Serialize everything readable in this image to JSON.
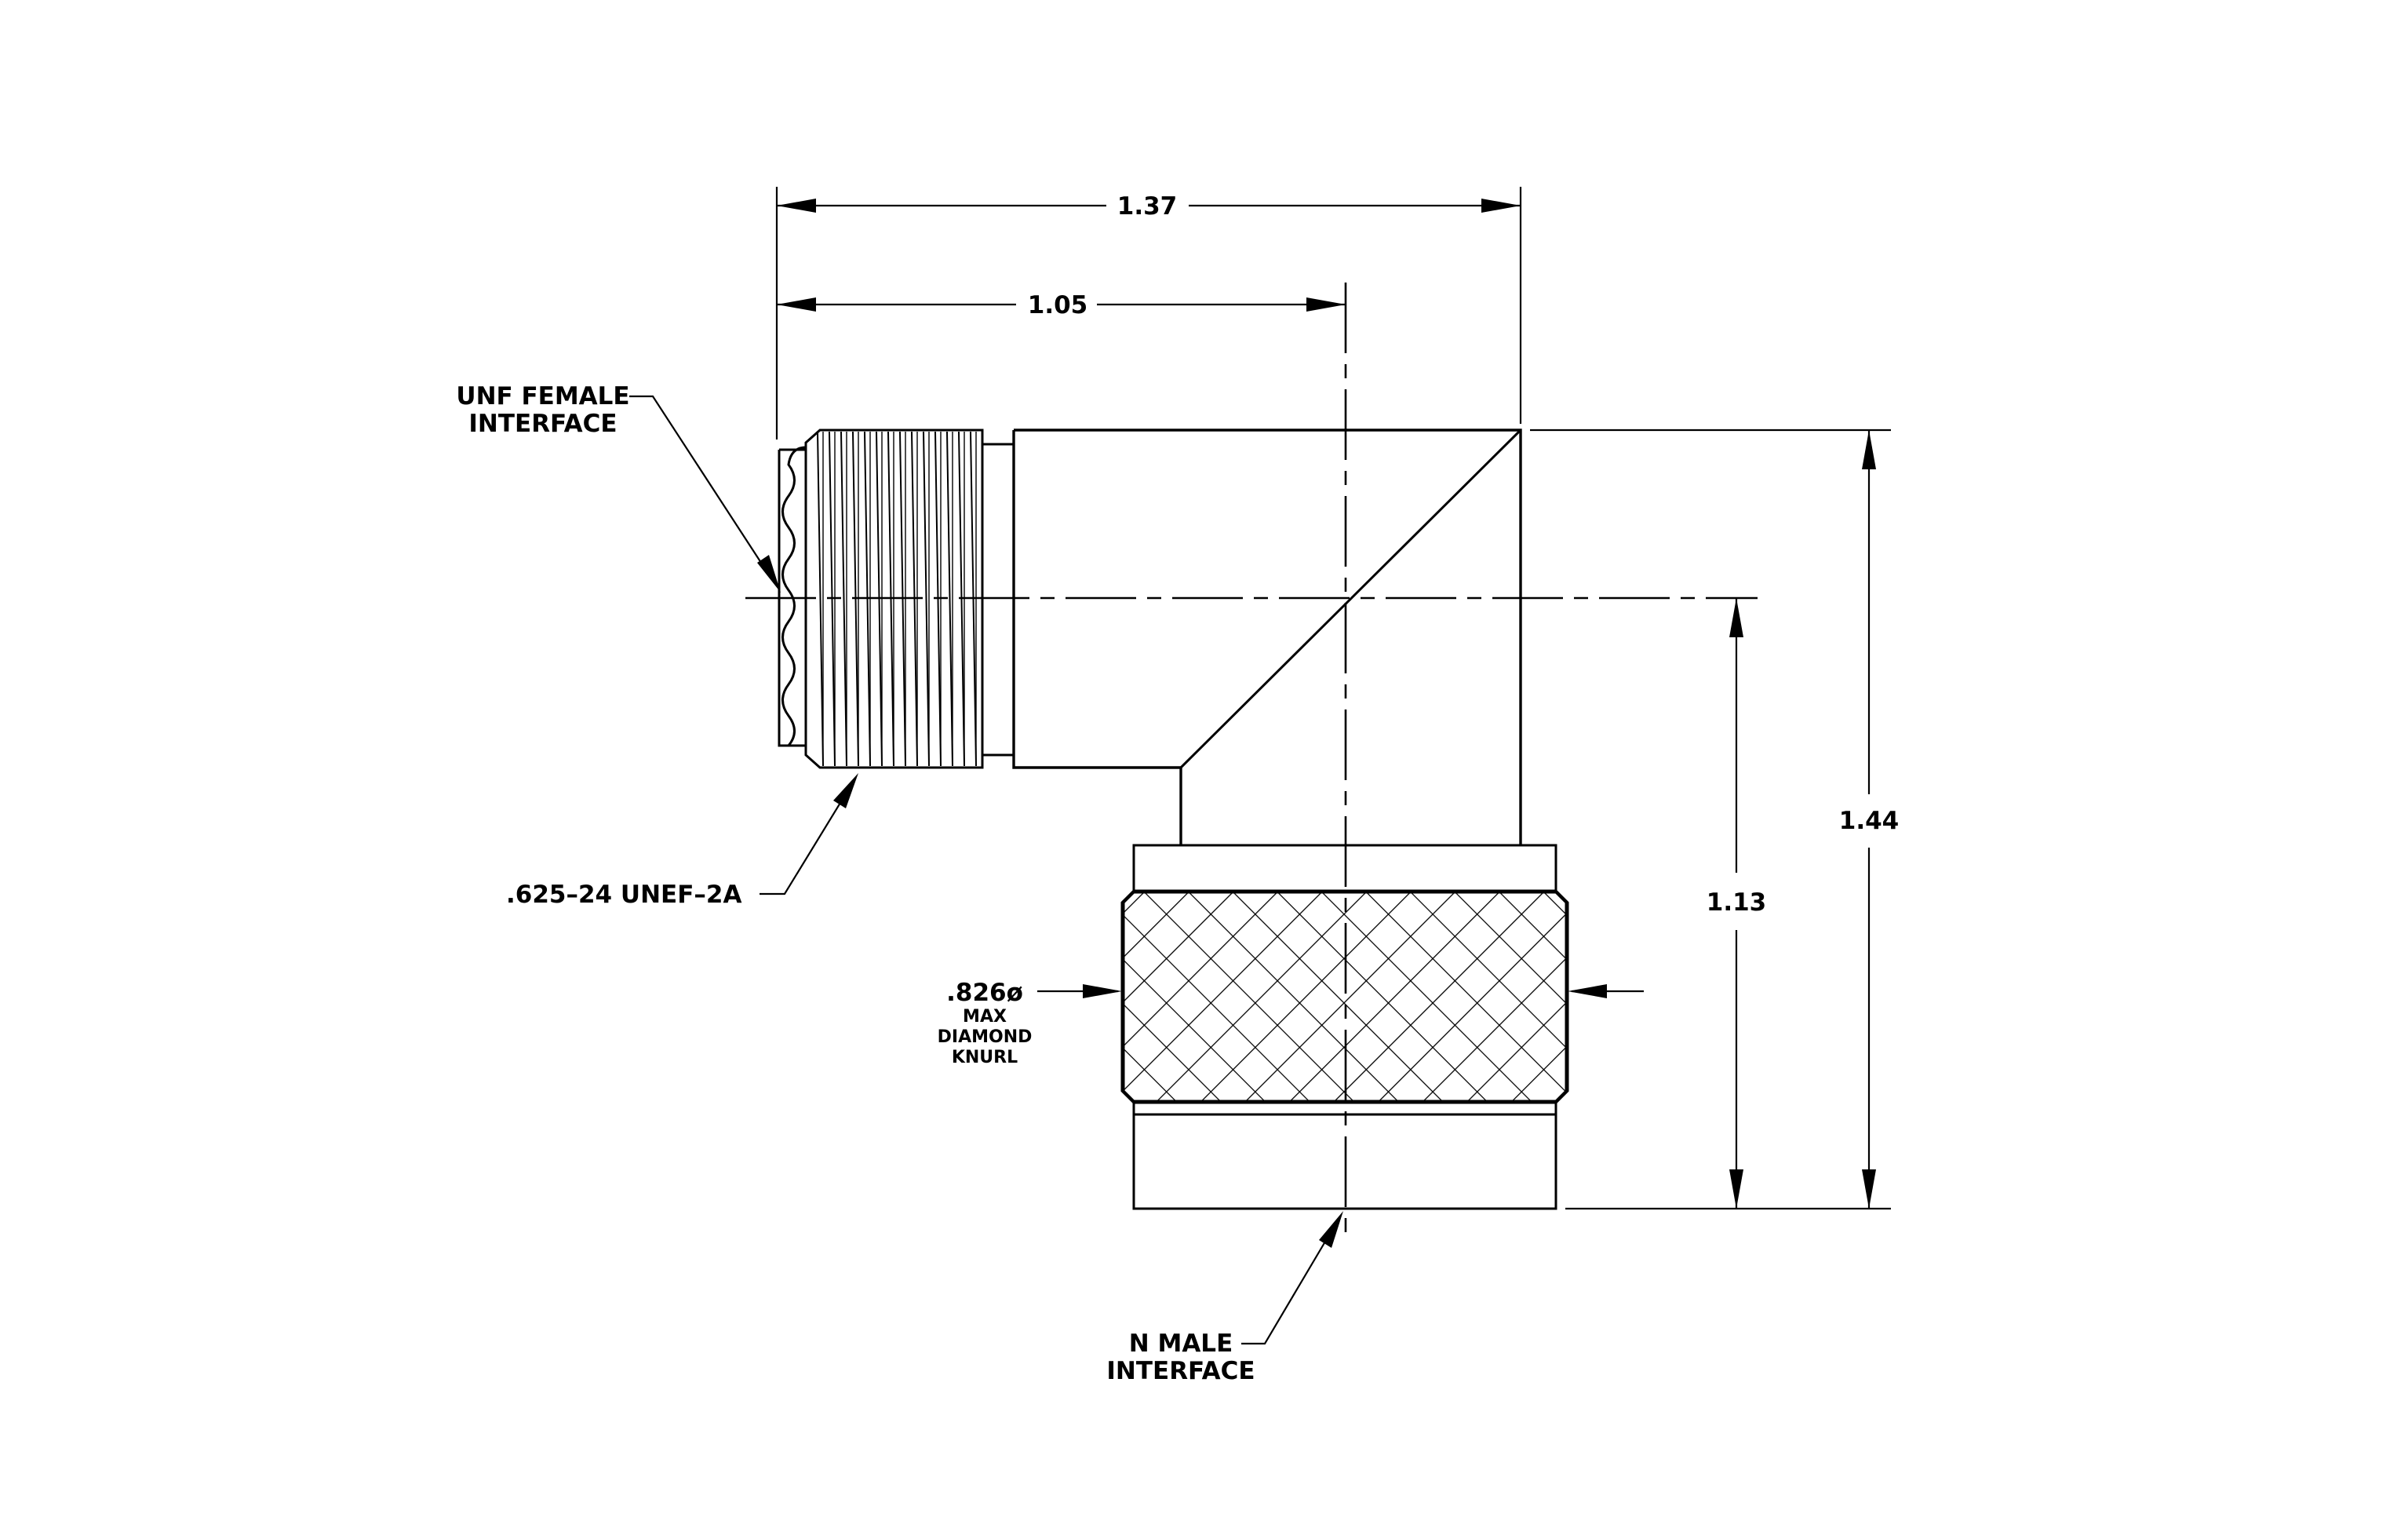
{
  "dimensions": {
    "overall_width": "1.37",
    "centerline_width": "1.05",
    "overall_height": "1.44",
    "centerline_height": "1.13"
  },
  "callouts": {
    "unf_female_interface": {
      "line1": "UNF  FEMALE",
      "line2": "INTERFACE"
    },
    "thread_spec": ".625–24  UNEF–2A",
    "knurl": {
      "line1": ".826ø",
      "line2": "MAX",
      "line3": "DIAMOND",
      "line4": "KNURL"
    },
    "n_male_interface": {
      "line1": "N  MALE",
      "line2": "INTERFACE"
    }
  },
  "colors": {
    "ink": "#000000",
    "paper": "#ffffff"
  }
}
